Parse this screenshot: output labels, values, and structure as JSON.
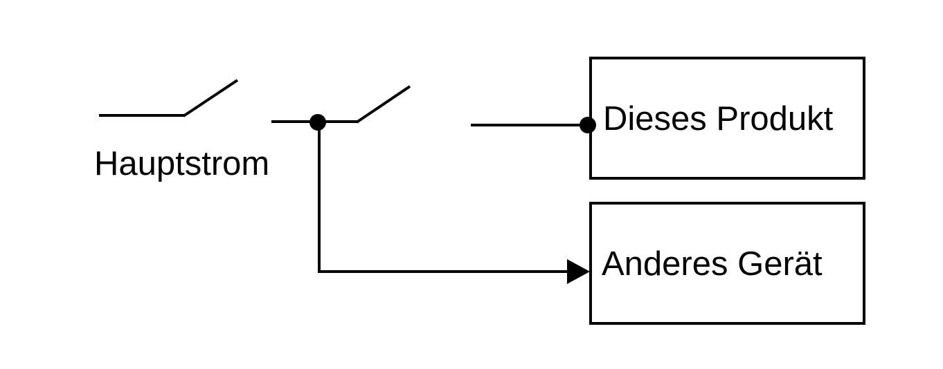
{
  "diagram": {
    "main_power_label": "Hauptstrom",
    "this_product_label": "Dieses Produkt",
    "other_device_label": "Anderes Gerät"
  },
  "colors": {
    "line": "#000000",
    "background": "#ffffff"
  }
}
